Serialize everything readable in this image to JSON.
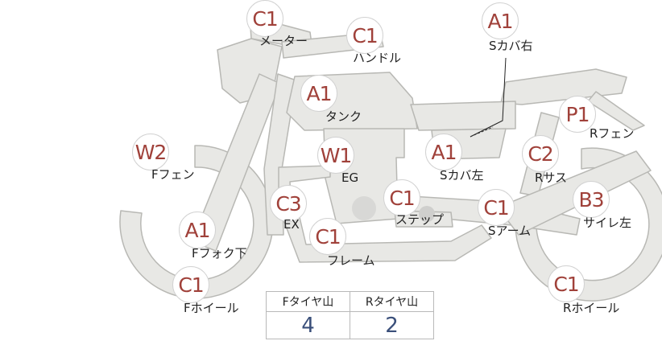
{
  "colors": {
    "body": "#e8e8e5",
    "outline": "#b8b8b4",
    "badge_text": "#a0413a",
    "value_text": "#3a4f7a"
  },
  "parts": [
    {
      "grade": "C1",
      "label": "メーター"
    },
    {
      "grade": "C1",
      "label": "ハンドル"
    },
    {
      "grade": "A1",
      "label": "Sカバ右"
    },
    {
      "grade": "A1",
      "label": "タンク"
    },
    {
      "grade": "P1",
      "label": "Rフェン"
    },
    {
      "grade": "W2",
      "label": "Fフェン"
    },
    {
      "grade": "W1",
      "label": "EG"
    },
    {
      "grade": "A1",
      "label": "Sカバ左"
    },
    {
      "grade": "C2",
      "label": "Rサス"
    },
    {
      "grade": "C3",
      "label": "EX"
    },
    {
      "grade": "C1",
      "label": "ステップ"
    },
    {
      "grade": "C1",
      "label": "Sアーム"
    },
    {
      "grade": "B3",
      "label": "サイレ左"
    },
    {
      "grade": "A1",
      "label": "Fフォク下"
    },
    {
      "grade": "C1",
      "label": "フレーム"
    },
    {
      "grade": "C1",
      "label": "Fホイール"
    },
    {
      "grade": "C1",
      "label": "Rホイール"
    }
  ],
  "tire_table": {
    "headers": [
      "Fタイヤ山",
      "Rタイヤ山"
    ],
    "values": [
      "4",
      "2"
    ]
  }
}
